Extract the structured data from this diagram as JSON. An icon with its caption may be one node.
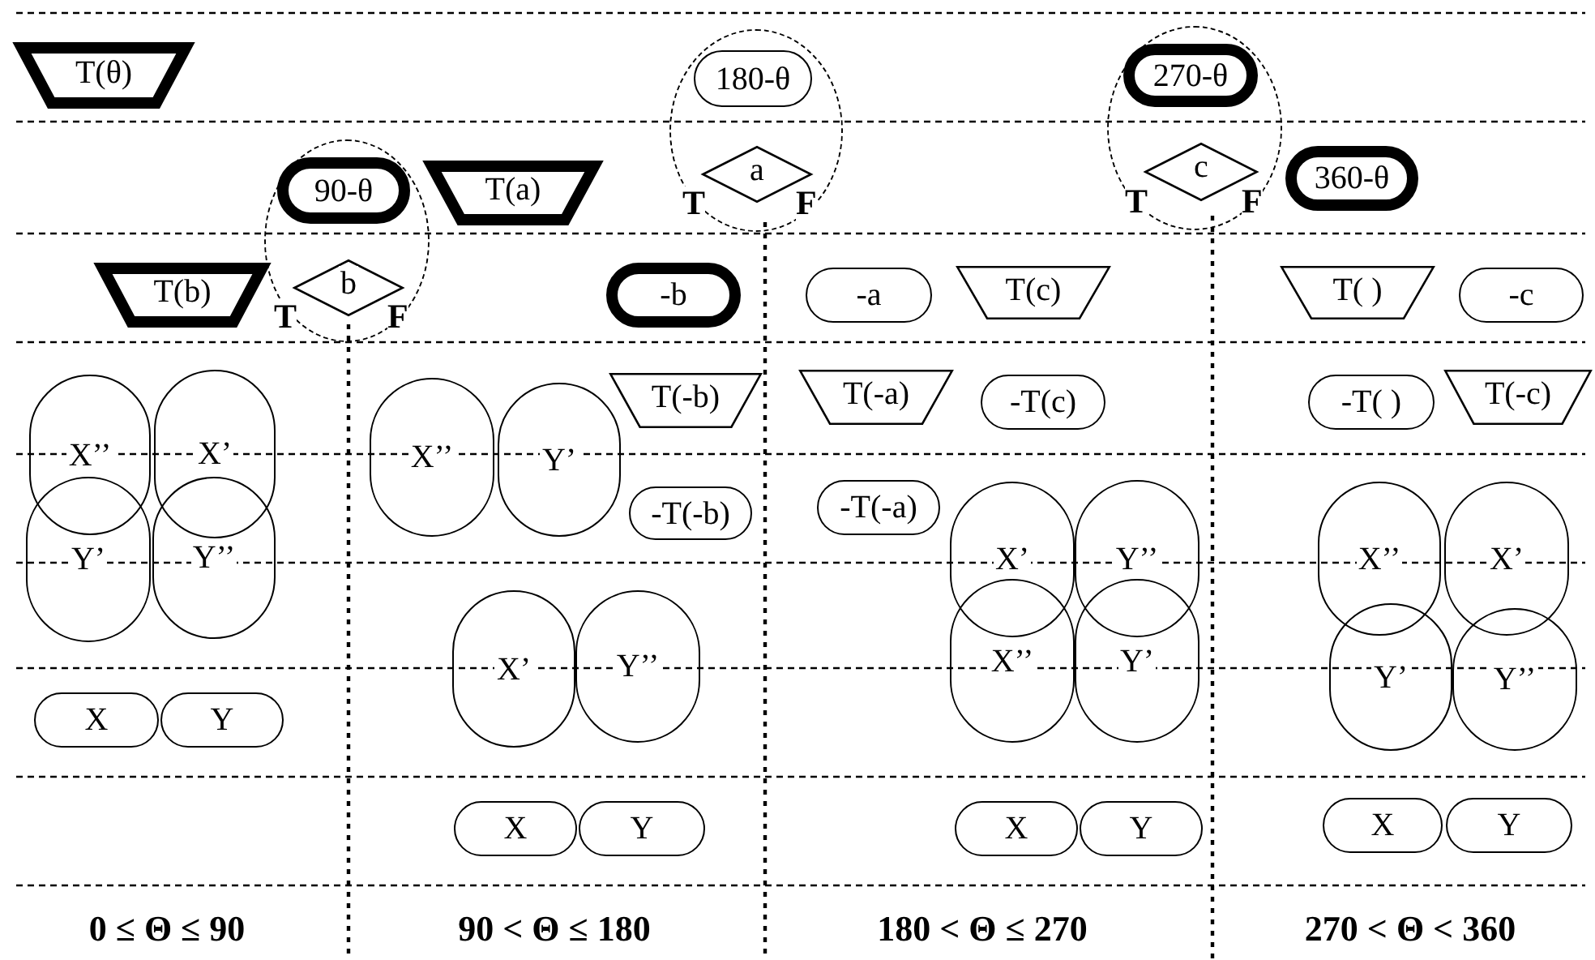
{
  "diagram": {
    "nodes": [
      {
        "text": [
          "T(θ)"
        ]
      },
      {
        "text": [],
        "shape": "circle"
      },
      {
        "text": [
          "180-θ"
        ],
        "in": 1
      },
      {
        "text": [
          "a"
        ],
        "in": 1,
        "beside": [
          "T",
          "F"
        ]
      },
      {
        "text": [],
        "shape": "circle"
      },
      {
        "text": [
          "270-θ"
        ],
        "in": 4
      },
      {
        "text": [
          "c"
        ],
        "in": 4,
        "beside": [
          "T",
          "F"
        ]
      },
      {
        "text": [],
        "shape": "circle"
      },
      {
        "text": [
          "90-θ"
        ],
        "in": 7
      },
      {
        "text": [
          "b"
        ],
        "in": 7,
        "beside": [
          "T",
          "F"
        ]
      },
      {
        "text": [
          "T(a)"
        ]
      },
      {
        "text": [
          "360-θ"
        ]
      },
      {
        "text": [
          "T(b)"
        ]
      },
      {
        "text": [
          "-b"
        ]
      },
      {
        "text": [
          "-a"
        ]
      },
      {
        "text": [
          "T(c)"
        ]
      },
      {
        "text": [
          "T( )"
        ]
      },
      {
        "text": [
          "-c"
        ]
      },
      {
        "text": [
          "X’’"
        ]
      },
      {
        "text": [
          "X’"
        ]
      },
      {
        "text": [
          "X’’"
        ]
      },
      {
        "text": [
          "Y’"
        ]
      },
      {
        "text": [
          "T(-b)"
        ]
      },
      {
        "text": [
          "T(-a)"
        ]
      },
      {
        "text": [
          "-T(c)"
        ]
      },
      {
        "text": [
          "-T( )"
        ]
      },
      {
        "text": [
          "T(-c)"
        ]
      },
      {
        "text": [
          "-T(-b)"
        ]
      },
      {
        "text": [
          "Y’"
        ]
      },
      {
        "text": [
          "Y’’"
        ]
      },
      {
        "text": [
          "-T(-a)"
        ]
      },
      {
        "text": [
          "X’"
        ]
      },
      {
        "text": [
          "Y’’"
        ]
      },
      {
        "text": [
          "X’’"
        ]
      },
      {
        "text": [
          "X’"
        ]
      },
      {
        "text": [
          "X’"
        ]
      },
      {
        "text": [
          "Y’’"
        ]
      },
      {
        "text": [
          "X’’"
        ]
      },
      {
        "text": [
          "Y’"
        ]
      },
      {
        "text": [
          "Y’"
        ]
      },
      {
        "text": [
          "Y’’"
        ]
      },
      {
        "text": [
          "X"
        ]
      },
      {
        "text": [
          "Y"
        ]
      },
      {
        "text": [
          "X"
        ]
      },
      {
        "text": [
          "Y"
        ]
      },
      {
        "text": [
          "X"
        ]
      },
      {
        "text": [
          "Y"
        ]
      },
      {
        "text": [
          "X"
        ]
      },
      {
        "text": [
          "Y"
        ]
      }
    ],
    "edges": [],
    "labels": [
      "0 ≤ Θ ≤ 90",
      "90 < Θ ≤ 180",
      "180 < Θ ≤ 270",
      "270 < Θ < 360"
    ]
  }
}
